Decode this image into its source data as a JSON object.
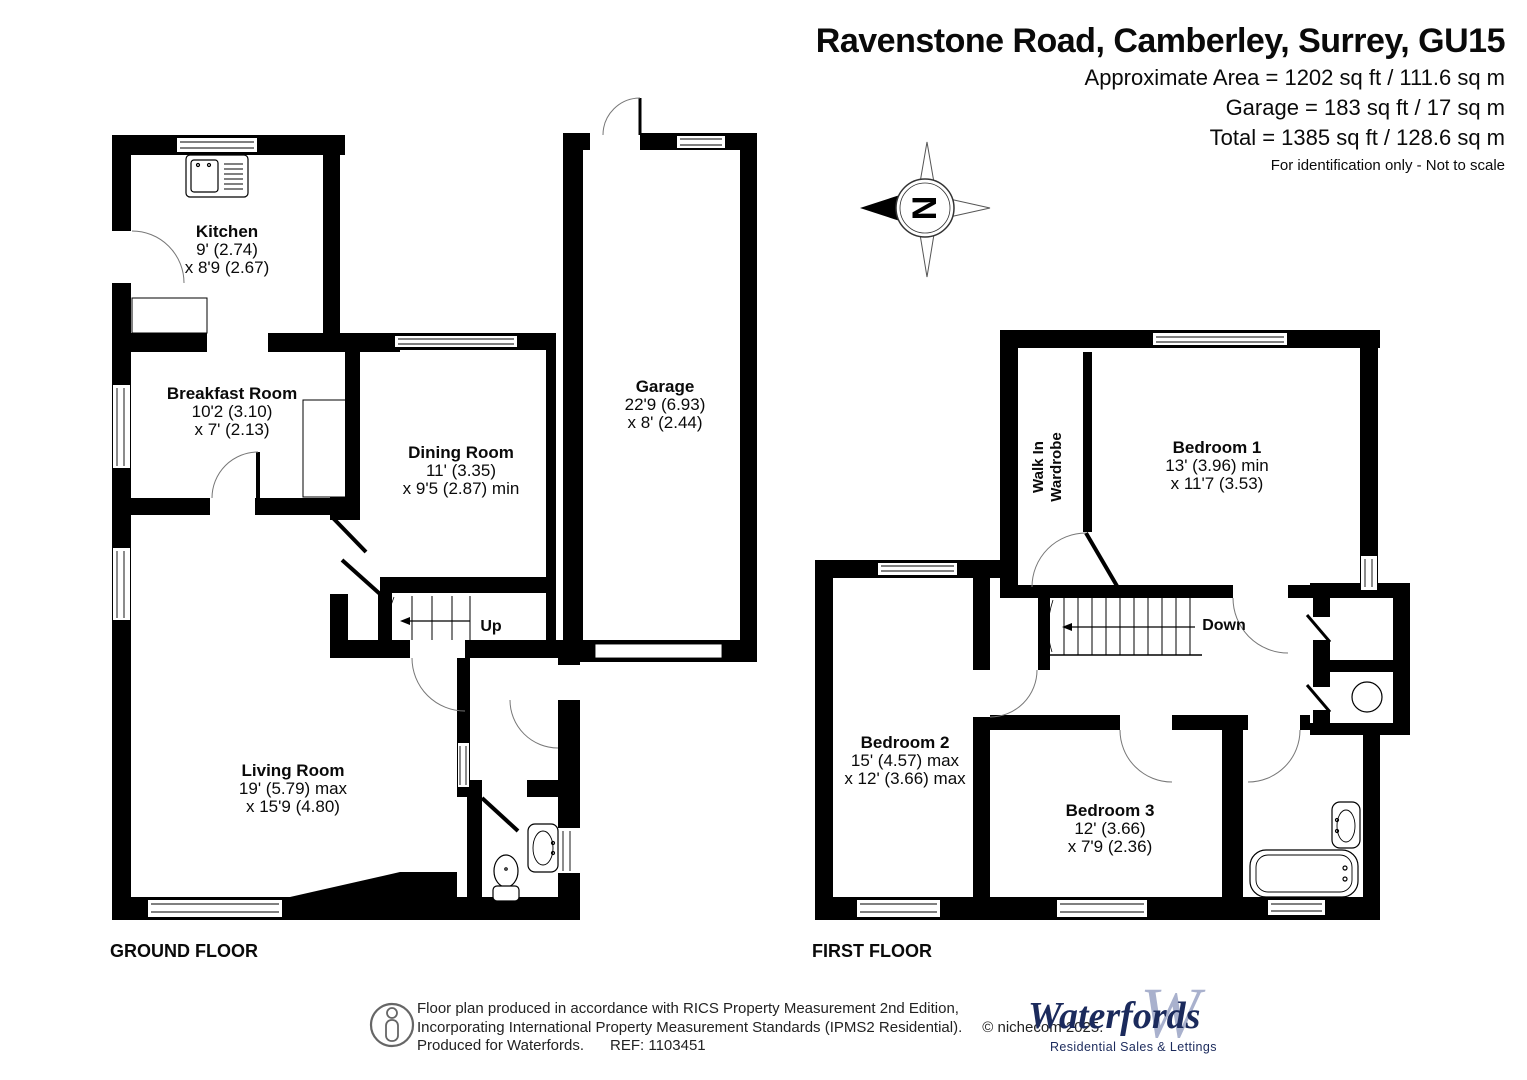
{
  "header": {
    "title": "Ravenstone Road, Camberley, Surrey, GU15",
    "line1": "Approximate Area = 1202 sq ft / 111.6 sq m",
    "line2": "Garage = 183 sq ft / 17 sq m",
    "line3": "Total = 1385 sq ft / 128.6 sq m",
    "disclaimer": "For identification only - Not to scale"
  },
  "compass": {
    "north": "N"
  },
  "floor_labels": {
    "ground": "GROUND FLOOR",
    "first": "FIRST FLOOR"
  },
  "stairs": {
    "up": "Up",
    "down": "Down"
  },
  "rooms": {
    "kitchen": {
      "name": "Kitchen",
      "line1": "9' (2.74)",
      "line2": "x 8'9 (2.67)"
    },
    "breakfast": {
      "name": "Breakfast Room",
      "line1": "10'2 (3.10)",
      "line2": "x 7' (2.13)"
    },
    "dining": {
      "name": "Dining Room",
      "line1": "11' (3.35)",
      "line2": "x 9'5 (2.87) min"
    },
    "garage": {
      "name": "Garage",
      "line1": "22'9 (6.93)",
      "line2": "x 8' (2.44)"
    },
    "living": {
      "name": "Living Room",
      "line1": "19' (5.79) max",
      "line2": "x 15'9 (4.80)"
    },
    "bedroom1": {
      "name": "Bedroom 1",
      "line1": "13' (3.96) min",
      "line2": "x 11'7 (3.53)"
    },
    "wardrobe": {
      "line1": "Walk In",
      "line2": "Wardrobe"
    },
    "bedroom2": {
      "name": "Bedroom 2",
      "line1": "15' (4.57) max",
      "line2": "x 12' (3.66) max"
    },
    "bedroom3": {
      "name": "Bedroom 3",
      "line1": "12' (3.66)",
      "line2": "x 7'9 (2.36)"
    }
  },
  "footer": {
    "line1": "Floor plan produced in accordance with RICS Property Measurement 2nd Edition,",
    "line2": "Incorporating International Property Measurement Standards (IPMS2 Residential).",
    "copyright": "© nichecom 2025.",
    "line3": "Produced for Waterfords.",
    "ref": "REF:  1103451",
    "logo_w": "W",
    "logo_name": "Waterfords",
    "logo_tagline": "Residential Sales & Lettings"
  }
}
